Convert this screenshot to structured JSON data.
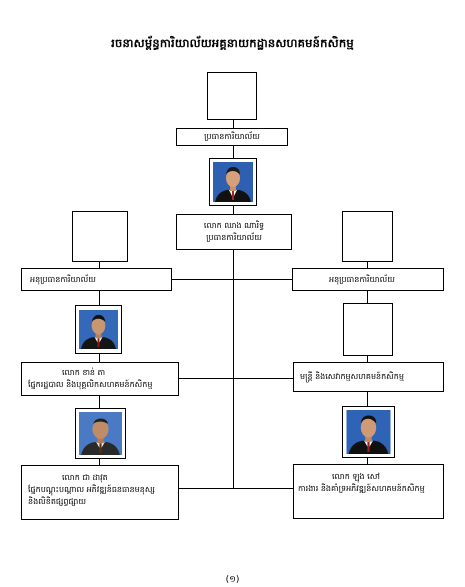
{
  "title": "រចនាសម្ព័ន្ធការិយាល័យអគ្គនាយកដ្ឋានសហគមន៍កសិកម្ម",
  "office_head": {
    "label": "ប្រធានការិយាល័យ"
  },
  "director": {
    "name": "លោក ឈាង ណារិទ្ធ",
    "role": "ប្រធានការិយាល័យ"
  },
  "deputy_left": {
    "label": "អនុប្រធានការិយាល័យ"
  },
  "deputy_right": {
    "label": "អនុប្រធានការិយាល័យ"
  },
  "mid_left": {
    "name": "លោក ខាន់ តា",
    "role": "ផ្នែករដ្ឋបាល និងបុគ្គលិកសហគមន៍កសិកម្ម"
  },
  "mid_right": {
    "text": "មន្ត្រី និងសេវាកម្មសហគមន៍កសិកម្ម"
  },
  "bottom_left": {
    "name": "លោក ជា ដាវុត",
    "role_line1": "ផ្នែកបណ្តុះបណ្តាល អភិវឌ្ឍន៍ធនធានមនុស្ស",
    "role_line2": "និងលិខិតផ្សព្វផ្សាយ"
  },
  "bottom_right": {
    "name": "លោក ឡុង សៅ",
    "role": "ការងារ និងគាំទ្រអភិវឌ្ឍន៍សហគមន៍កសិកម្ម"
  },
  "page_number": "(១)"
}
